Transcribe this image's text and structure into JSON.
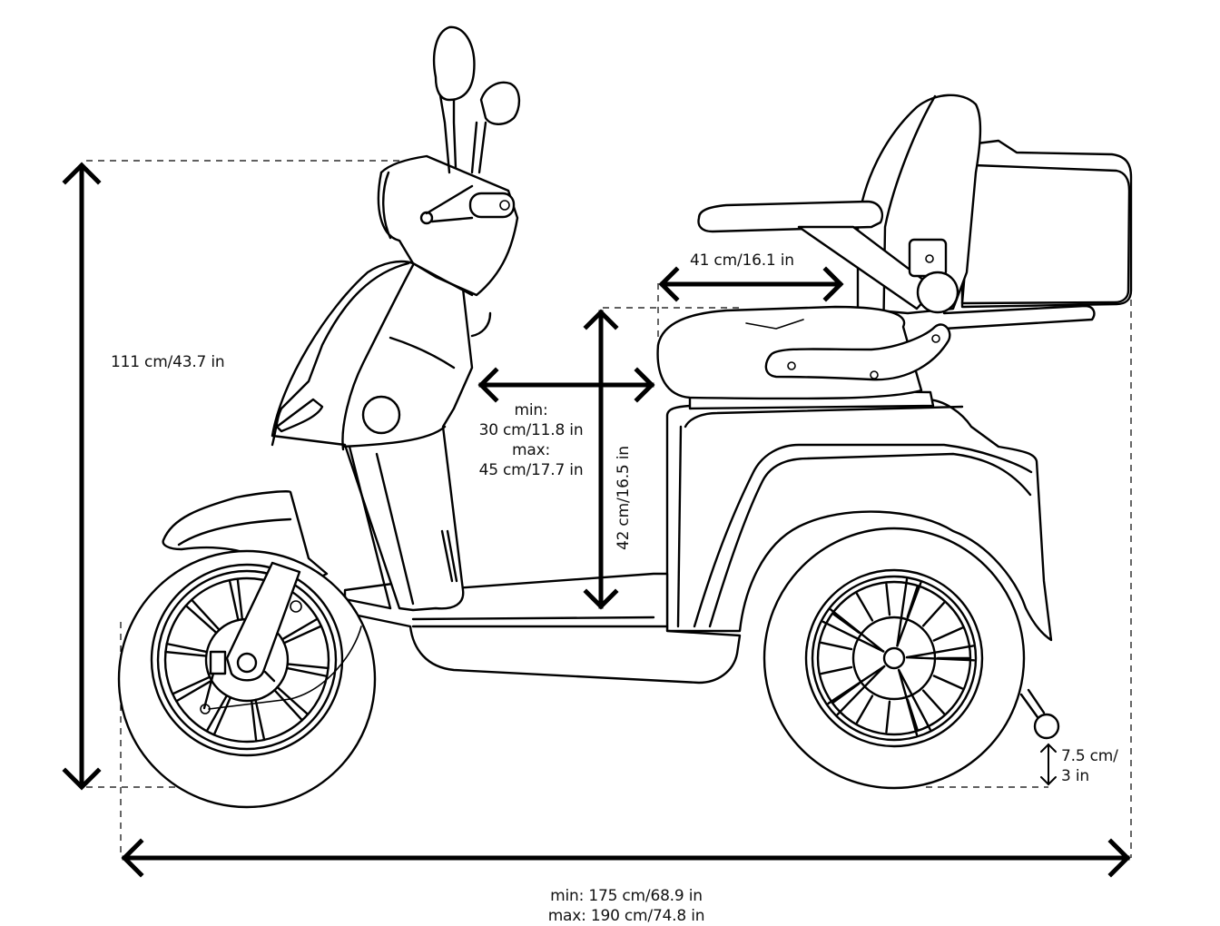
{
  "diagram": {
    "subject": "three-wheel mobility scooter, side view",
    "line_color": "#000000",
    "background": "#ffffff"
  },
  "dimensions": {
    "overall_height": "111 cm/43.7 in",
    "legroom": {
      "min_label": "min:",
      "min_value": "30 cm/11.8 in",
      "max_label": "max:",
      "max_value": "45 cm/17.7 in"
    },
    "seat_height": "42 cm/16.5 in",
    "seat_depth": "41 cm/16.1 in",
    "anti_tip_clearance_line1": "7.5 cm/",
    "anti_tip_clearance_line2": "3 in",
    "overall_length_min": "min: 175 cm/68.9 in",
    "overall_length_max": "max: 190 cm/74.8 in"
  }
}
